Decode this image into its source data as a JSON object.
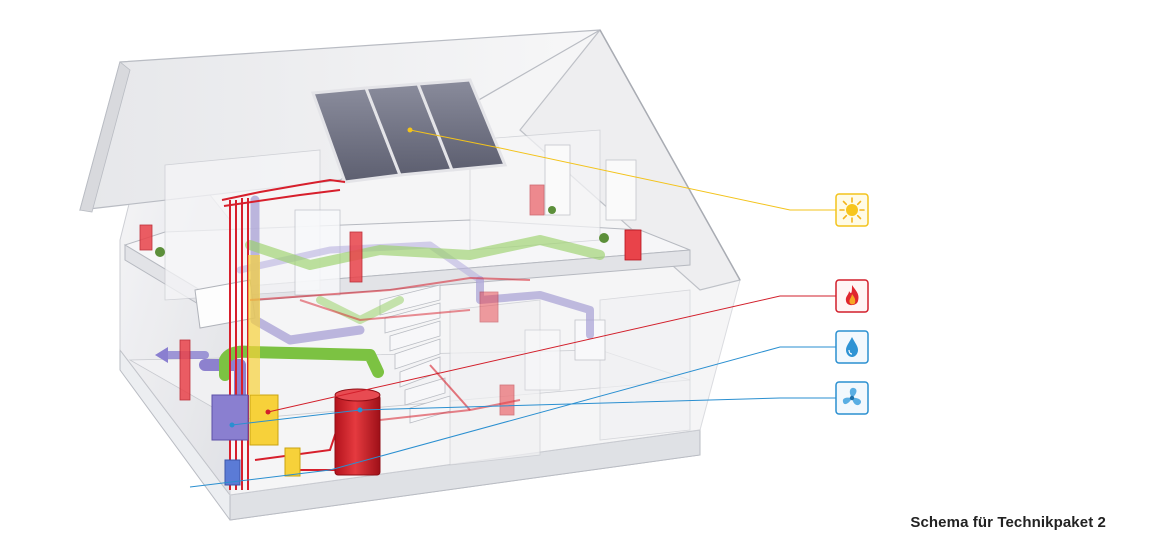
{
  "caption": "Schema für Technikpaket 2",
  "legend": [
    {
      "id": "solar",
      "icon": "sun-icon",
      "color": "#f3c31b"
    },
    {
      "id": "heating",
      "icon": "flame-icon",
      "color": "#d21f2b"
    },
    {
      "id": "water",
      "icon": "water-drop-icon",
      "color": "#2a8fd0"
    },
    {
      "id": "ventilation",
      "icon": "fan-icon",
      "color": "#2a8fd0"
    }
  ]
}
